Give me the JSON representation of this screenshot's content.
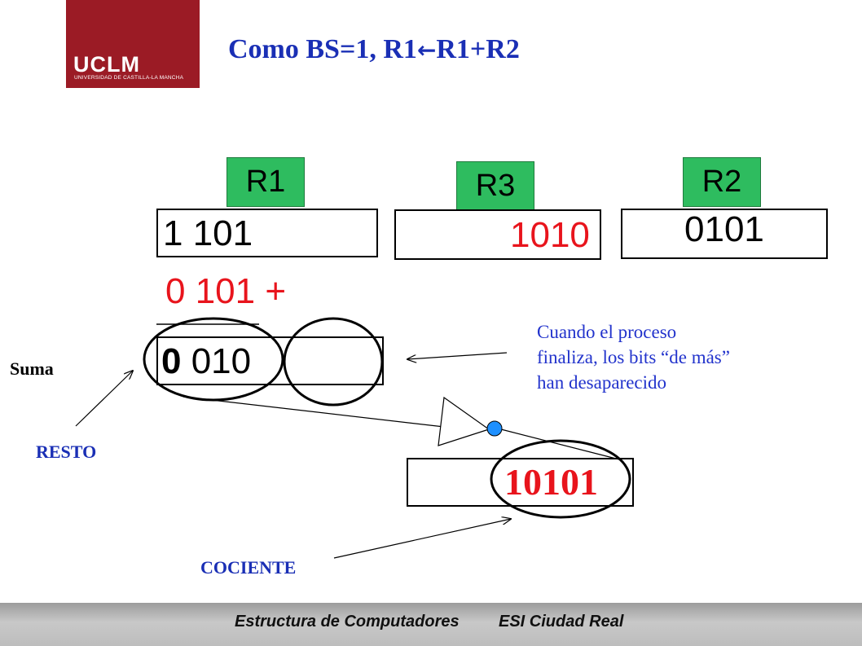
{
  "logo": {
    "text": "UCLM",
    "subtitle": "UNIVERSIDAD DE CASTILLA-LA MANCHA"
  },
  "title": {
    "prefix": "Como BS=1, R1",
    "arrow": "←",
    "suffix": "R1+R2"
  },
  "registers": {
    "r1": {
      "label": "R1",
      "value": "1 101"
    },
    "r3": {
      "label": "R3",
      "value": "1010"
    },
    "r2": {
      "label": "R2",
      "value": "0101"
    }
  },
  "operation": {
    "addend": "0 101 +"
  },
  "sum_box": {
    "bold_bit": "0",
    "rest": " 010"
  },
  "quotient_box": {
    "value": "10101"
  },
  "labels": {
    "suma": "Suma",
    "resto": "RESTO",
    "cociente": "COCIENTE"
  },
  "note": {
    "lines": [
      "Cuando el proceso",
      "finaliza, los bits “de más”",
      "han desaparecido"
    ]
  },
  "footer": {
    "left": "Estructura de Computadores",
    "right": "ESI Ciudad Real"
  },
  "colors": {
    "title_blue": "#1a2fb5",
    "note_blue": "#2233cc",
    "red": "#e8141c",
    "green": "#2ebc5f",
    "logo_red": "#9b1b25",
    "inverter_dot": "#1e90ff"
  }
}
